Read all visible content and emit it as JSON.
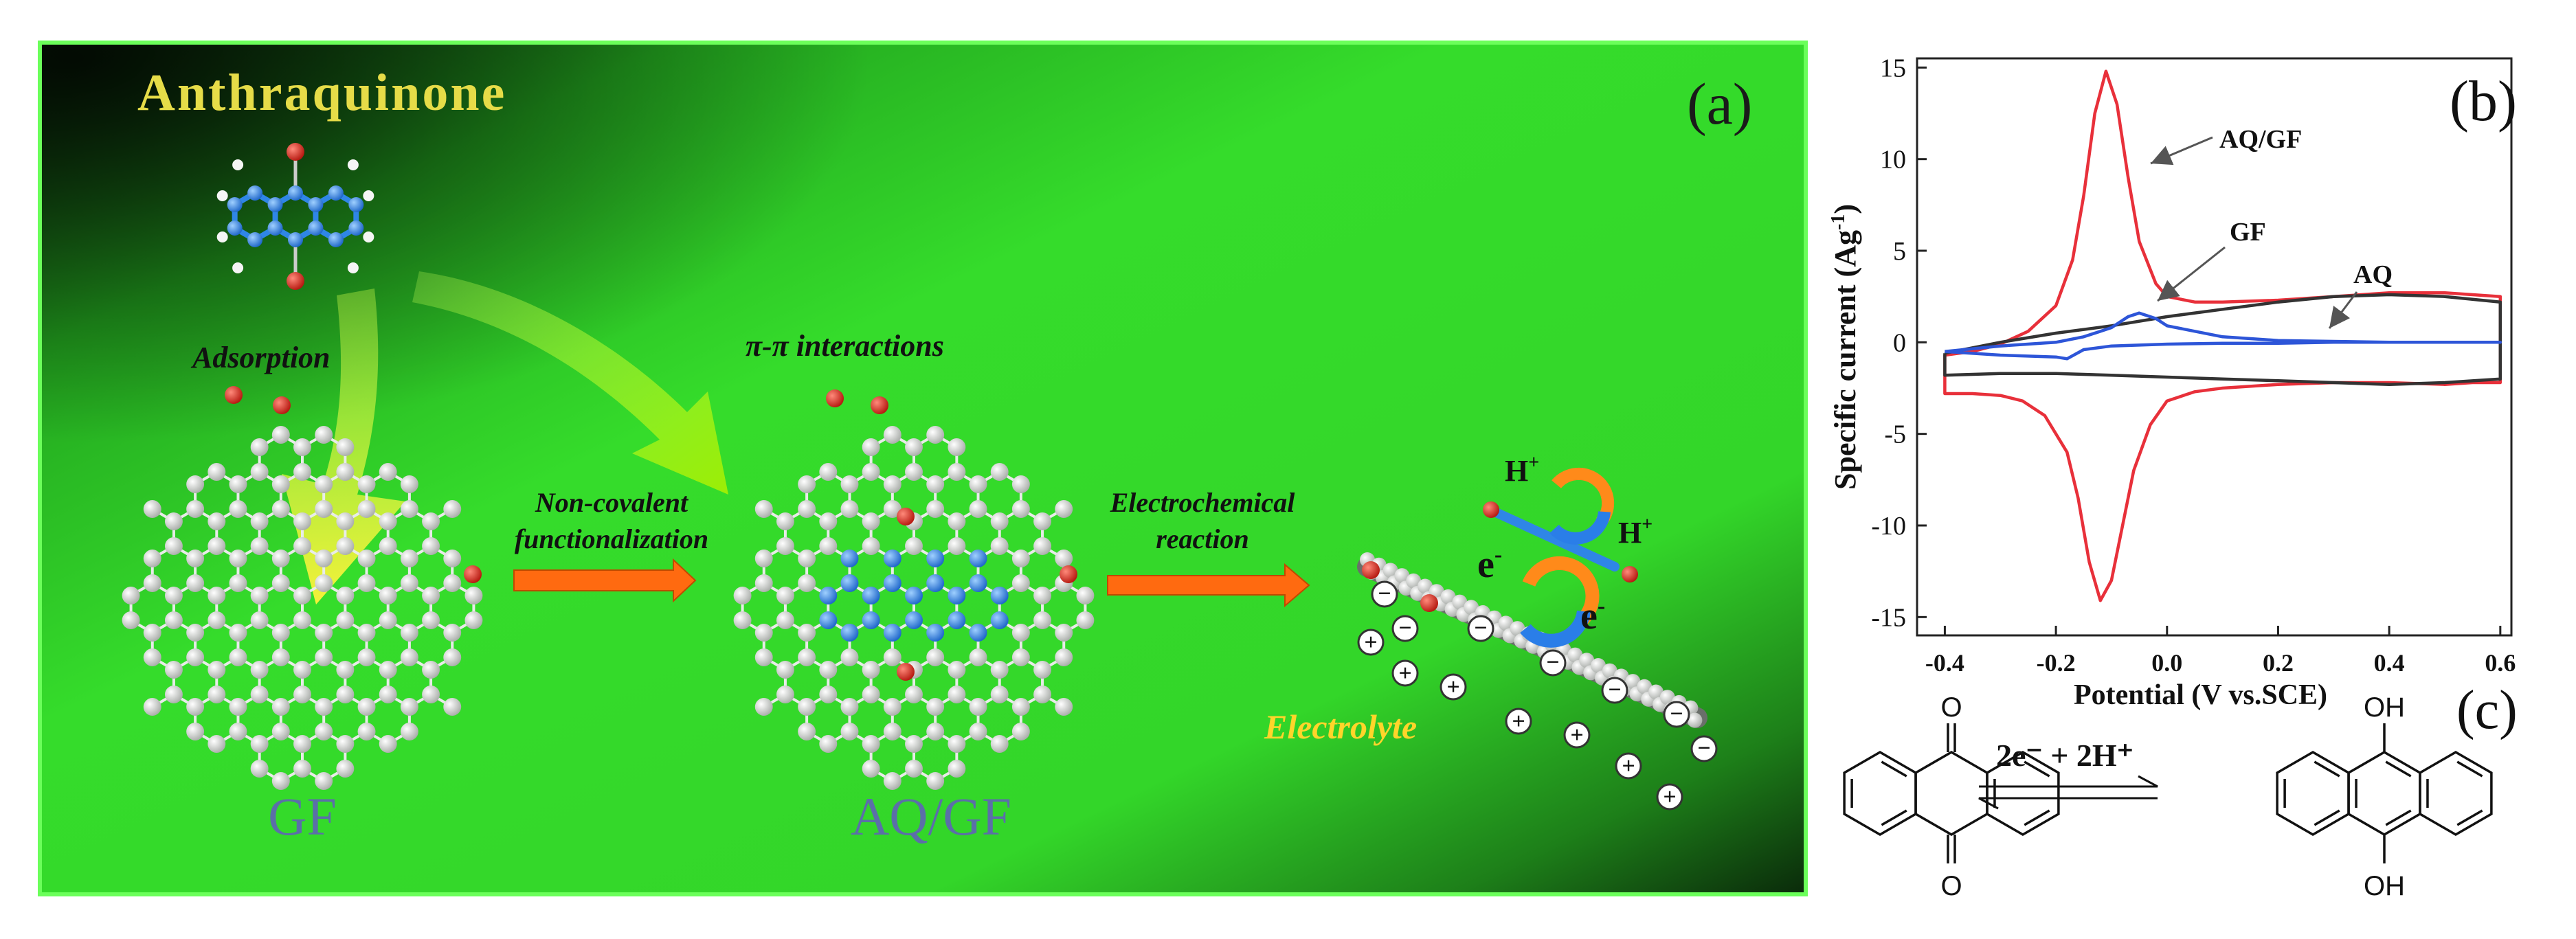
{
  "panel_a": {
    "label": "(a)",
    "title": "Anthraquinone",
    "step_adsorption": "Adsorption",
    "step_pi": "π-π interactions",
    "arrow1_line1": "Non-covalent",
    "arrow1_line2": "functionalization",
    "arrow2_line1": "Electrochemical",
    "arrow2_line2": "reaction",
    "gf_label": "GF",
    "aqgf_label": "AQ/GF",
    "electrolyte_label": "Electrolyte",
    "ion_h": "H",
    "ion_h_sup": "+",
    "ion_e": "e",
    "ion_e_sup": "-",
    "plus_sign": "+",
    "minus_sign": "−",
    "colors": {
      "background": "#33d629",
      "title": "#e6dc48",
      "arrow_orange": "#ff6a10",
      "electrolyte": "#ffd52a",
      "atom_grey": "#d7dad7",
      "atom_blue": "#2f86e6",
      "atom_red": "#dd2a1e"
    }
  },
  "panel_b": {
    "label": "(b)",
    "chart_data": {
      "type": "line",
      "xlabel": "Potential (V vs.SCE)",
      "ylabel": "Specific current (Ag-1)",
      "ylabel_main": "Specific current (Ag",
      "ylabel_sup": "-1",
      "ylabel_close": ")",
      "xlim": [
        -0.45,
        0.62
      ],
      "ylim": [
        -16,
        15.5
      ],
      "xticks": [
        -0.4,
        -0.2,
        0.0,
        0.2,
        0.4,
        0.6
      ],
      "xtick_labels": [
        "-0.4",
        "-0.2",
        "0.0",
        "0.2",
        "0.4",
        "0.6"
      ],
      "yticks": [
        -15,
        -10,
        -5,
        0,
        5,
        10,
        15
      ],
      "ytick_labels": [
        "-15",
        "-10",
        "-5",
        "0",
        "5",
        "10",
        "15"
      ],
      "grid": false,
      "annotations": [
        "AQ/GF",
        "GF",
        "AQ"
      ],
      "series": [
        {
          "name": "AQ/GF",
          "color": "#e8303a",
          "x": [
            -0.4,
            -0.35,
            -0.3,
            -0.25,
            -0.2,
            -0.17,
            -0.15,
            -0.13,
            -0.11,
            -0.09,
            -0.07,
            -0.05,
            -0.02,
            0.0,
            0.05,
            0.1,
            0.2,
            0.3,
            0.4,
            0.5,
            0.6,
            0.6,
            0.55,
            0.5,
            0.4,
            0.3,
            0.2,
            0.1,
            0.05,
            0.0,
            -0.03,
            -0.06,
            -0.08,
            -0.1,
            -0.12,
            -0.14,
            -0.16,
            -0.18,
            -0.22,
            -0.26,
            -0.3,
            -0.35,
            -0.4,
            -0.4
          ],
          "y": [
            -0.7,
            -0.5,
            -0.1,
            0.6,
            2.0,
            4.5,
            8.0,
            12.5,
            14.8,
            13.0,
            9.0,
            5.5,
            3.2,
            2.5,
            2.2,
            2.2,
            2.3,
            2.5,
            2.7,
            2.7,
            2.5,
            -2.2,
            -2.2,
            -2.3,
            -2.2,
            -2.2,
            -2.3,
            -2.5,
            -2.7,
            -3.2,
            -4.5,
            -7.0,
            -10.0,
            -13.0,
            -14.1,
            -12.0,
            -8.5,
            -6.0,
            -4.0,
            -3.2,
            -2.9,
            -2.8,
            -2.8,
            -0.7
          ]
        },
        {
          "name": "GF",
          "color": "#333333",
          "x": [
            -0.4,
            -0.3,
            -0.2,
            -0.1,
            0.0,
            0.1,
            0.2,
            0.3,
            0.4,
            0.5,
            0.6,
            0.6,
            0.5,
            0.4,
            0.3,
            0.2,
            0.1,
            0.0,
            -0.1,
            -0.2,
            -0.3,
            -0.4,
            -0.4
          ],
          "y": [
            -0.6,
            0.0,
            0.5,
            0.9,
            1.4,
            1.8,
            2.2,
            2.5,
            2.6,
            2.5,
            2.2,
            -2.0,
            -2.2,
            -2.3,
            -2.2,
            -2.1,
            -2.0,
            -1.9,
            -1.8,
            -1.7,
            -1.7,
            -1.8,
            -0.6
          ]
        },
        {
          "name": "AQ",
          "color": "#2d55d8",
          "x": [
            -0.4,
            -0.3,
            -0.2,
            -0.15,
            -0.1,
            -0.07,
            -0.05,
            -0.02,
            0.0,
            0.1,
            0.2,
            0.3,
            0.4,
            0.5,
            0.6,
            0.5,
            0.4,
            0.3,
            0.2,
            0.1,
            0.0,
            -0.1,
            -0.15,
            -0.18,
            -0.2,
            -0.3,
            -0.4
          ],
          "y": [
            -0.5,
            -0.2,
            0.0,
            0.3,
            0.8,
            1.4,
            1.6,
            1.3,
            0.9,
            0.3,
            0.1,
            0.05,
            0.0,
            0.0,
            0.0,
            0.0,
            0.0,
            0.0,
            -0.05,
            -0.05,
            -0.1,
            -0.2,
            -0.4,
            -0.9,
            -0.8,
            -0.7,
            -0.5
          ]
        }
      ]
    }
  },
  "panel_c": {
    "label": "(c)",
    "reaction": "2e⁻ + 2H⁺",
    "oxygen": "O",
    "hydroxyl": "OH"
  }
}
